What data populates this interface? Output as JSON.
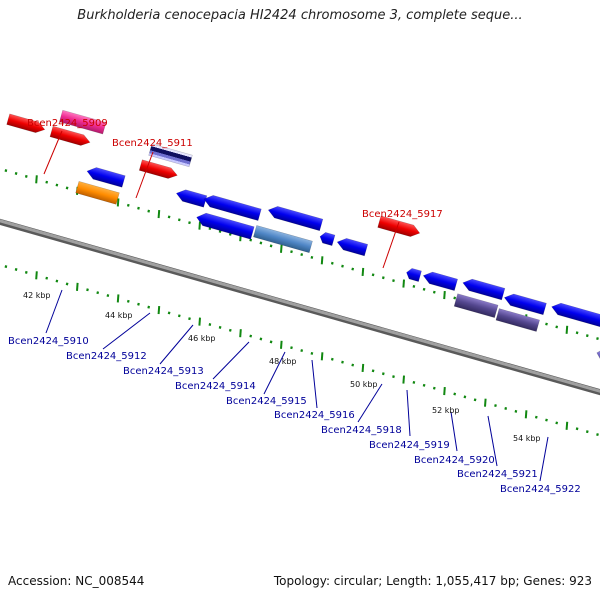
{
  "title": "Burkholderia cenocepacia HI2424 chromosome 3, complete seque...",
  "footer": {
    "accession": "Accession: NC_008544",
    "summary": "Topology: circular; Length: 1,055,417 bp; Genes: 923"
  },
  "colors": {
    "forward_label": "#cc0000",
    "reverse_label": "#000099",
    "backbone": "#808080",
    "ticks": "#118811"
  },
  "scale_labels": [
    "42 kbp",
    "44 kbp",
    "46 kbp",
    "48 kbp",
    "50 kbp",
    "52 kbp",
    "54 kbp"
  ],
  "genes": [
    {
      "name": "Bcen2424_5909",
      "strand": "forward"
    },
    {
      "name": "Bcen2424_5911",
      "strand": "forward"
    },
    {
      "name": "Bcen2424_5917",
      "strand": "forward"
    },
    {
      "name": "Bcen2424_5910",
      "strand": "reverse"
    },
    {
      "name": "Bcen2424_5912",
      "strand": "reverse"
    },
    {
      "name": "Bcen2424_5913",
      "strand": "reverse"
    },
    {
      "name": "Bcen2424_5914",
      "strand": "reverse"
    },
    {
      "name": "Bcen2424_5915",
      "strand": "reverse"
    },
    {
      "name": "Bcen2424_5916",
      "strand": "reverse"
    },
    {
      "name": "Bcen2424_5918",
      "strand": "reverse"
    },
    {
      "name": "Bcen2424_5919",
      "strand": "reverse"
    },
    {
      "name": "Bcen2424_5920",
      "strand": "reverse"
    },
    {
      "name": "Bcen2424_5921",
      "strand": "reverse"
    },
    {
      "name": "Bcen2424_5922",
      "strand": "reverse"
    }
  ]
}
